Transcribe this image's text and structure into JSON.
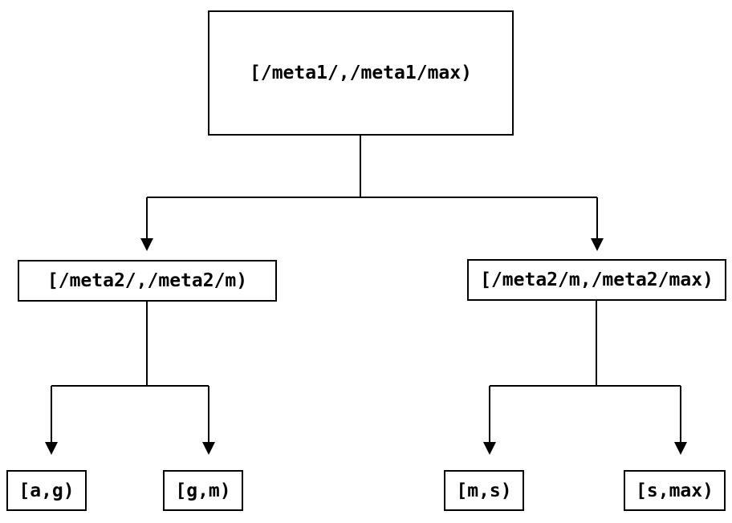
{
  "colors": {
    "background": "#ffffff",
    "line": "#000000",
    "box_border": "#000000",
    "text": "#000000"
  },
  "tree": {
    "root": {
      "label": "[/meta1/,/meta1/max)"
    },
    "level2": [
      {
        "label": "[/meta2/,/meta2/m)"
      },
      {
        "label": "[/meta2/m,/meta2/max)"
      }
    ],
    "leaves": [
      {
        "label": "[a,g)"
      },
      {
        "label": "[g,m)"
      },
      {
        "label": "[m,s)"
      },
      {
        "label": "[s,max)"
      }
    ]
  }
}
